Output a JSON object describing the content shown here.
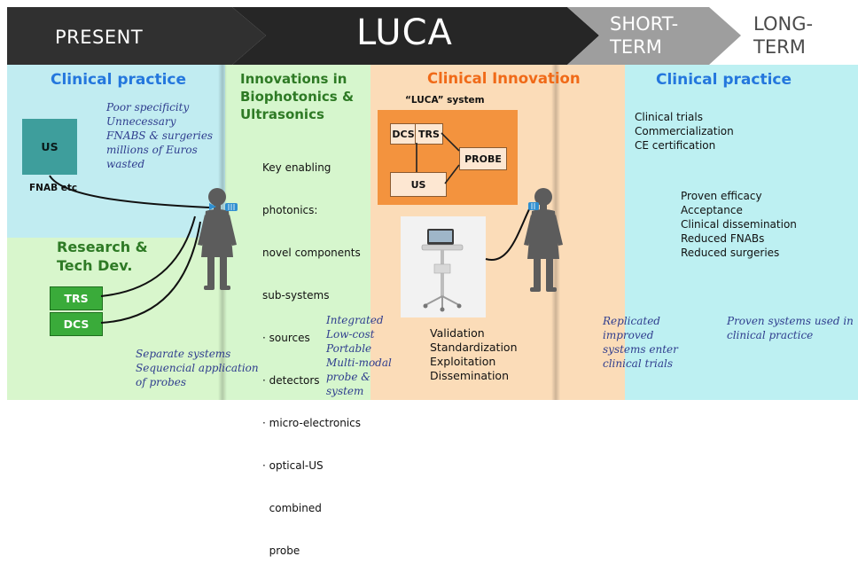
{
  "banner": {
    "present": "PRESENT",
    "luca": "LUCA",
    "short_term": [
      "SHORT-",
      "TERM"
    ],
    "long_term": [
      "LONG-",
      "TERM"
    ]
  },
  "present": {
    "clinical_title": "Clinical practice",
    "problems": [
      "Poor specificity",
      "Unnecessary",
      "FNABS & surgeries",
      "millions of Euros",
      "wasted"
    ],
    "us_label": "US",
    "fnab_label": "FNAB etc",
    "research_title": [
      "Research &",
      "Tech Dev."
    ],
    "trs_label": "TRS",
    "dcs_label": "DCS",
    "separate": [
      "Separate systems",
      "Sequencial application",
      "of probes"
    ]
  },
  "innovations": {
    "title": [
      "Innovations in",
      "Biophotonics &",
      "Ultrasonics"
    ],
    "enabling": [
      "Key enabling",
      "photonics:",
      "novel components",
      "sub-systems",
      "· sources",
      "· detectors",
      "· micro-electronics",
      "· optical-US",
      "  combined",
      "  probe"
    ],
    "integrated": [
      "Integrated",
      "Low-cost",
      "Portable",
      "Multi-modal",
      "probe &",
      "system"
    ]
  },
  "clinical_innovation": {
    "title": "Clinical Innovation",
    "system_label": "“LUCA” system",
    "dcs": "DCS",
    "trs": "TRS",
    "probe": "PROBE",
    "us": "US",
    "steps": [
      "Validation",
      "Standardization",
      "Exploitation",
      "Dissemination"
    ]
  },
  "short_term": {
    "replicated": [
      "Replicated",
      "improved",
      "systems enter",
      "clinical trials"
    ]
  },
  "long_term": {
    "clinical_title": "Clinical practice",
    "list1": [
      "Clinical trials",
      "Commercialization",
      "CE certification"
    ],
    "list2": [
      "Proven efficacy",
      "Acceptance",
      "Clinical dissemination",
      "Reduced FNABs",
      "Reduced surgeries"
    ],
    "proven": [
      "Proven systems used in",
      "clinical practice"
    ]
  },
  "colors": {
    "banner_dark": "#2d2d2d",
    "banner_mid": "#2a2a2a",
    "banner_short": "#9d9d9d",
    "cyan": "#c1ecf1",
    "green": "#d8f6cc",
    "peach": "#fbdcb8",
    "orange": "#f3933e",
    "blue_heading": "#2477dd",
    "green_heading": "#2e7a25",
    "orange_heading": "#f06a18"
  }
}
